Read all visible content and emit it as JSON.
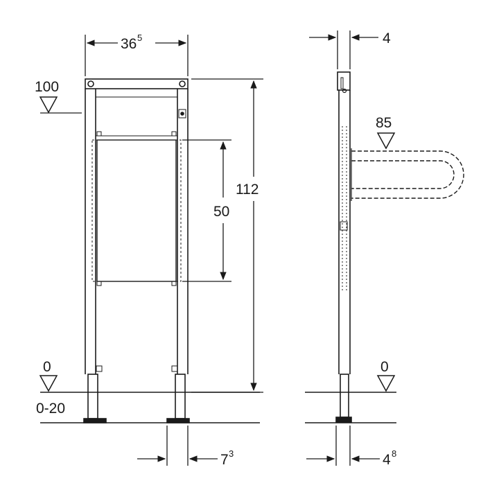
{
  "labels": {
    "frame_width": "36",
    "frame_width_sup": "5",
    "side_width": "4",
    "top_level": "100",
    "height_total": "112",
    "panel_height": "50",
    "grab_bar_height": "85",
    "floor_level_front": "0",
    "floor_level_side": "0",
    "foot_range": "0-20",
    "foot_offset": "7",
    "foot_offset_sup": "3",
    "side_foot_depth": "4",
    "side_foot_depth_sup": "8"
  },
  "colors": {
    "line": "#1a1a1a",
    "background": "#ffffff"
  }
}
